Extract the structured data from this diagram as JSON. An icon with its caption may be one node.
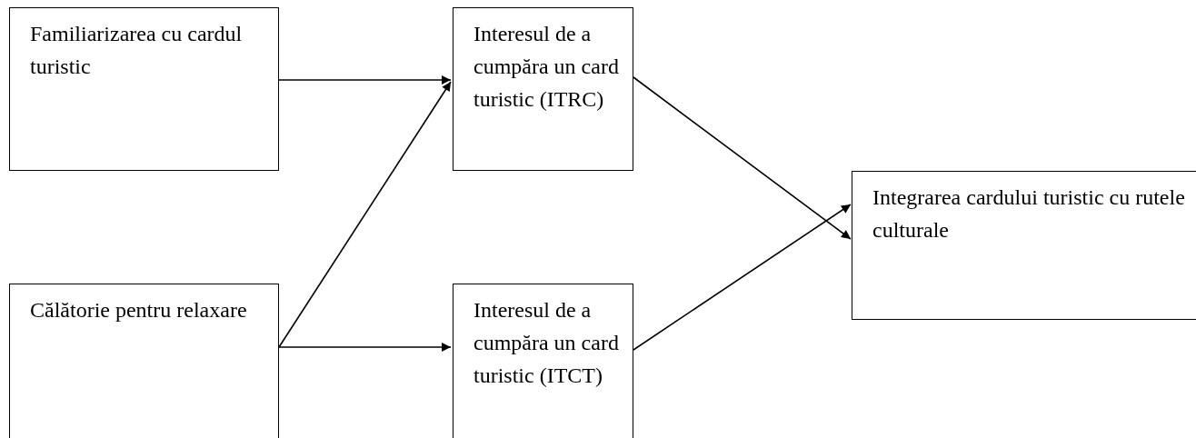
{
  "diagram": {
    "nodes": [
      {
        "text": [
          "Familiarizarea cu cardul turistic"
        ]
      },
      {
        "text": [
          "Călătorie pentru relaxare"
        ]
      },
      {
        "text": [
          "Interesul de a cumpăra un card turistic (ITRC)"
        ]
      },
      {
        "text": [
          "Interesul de a cumpăra un card turistic (ITCT)"
        ]
      },
      {
        "text": [
          "Integrarea cardului turistic cu rutele culturale"
        ]
      }
    ],
    "edges": [
      {
        "from": 0,
        "to": 2,
        "arrow": "to"
      },
      {
        "from": 1,
        "to": 2,
        "arrow": "to"
      },
      {
        "from": 1,
        "to": 3,
        "arrow": "to"
      },
      {
        "from": 2,
        "to": 4,
        "arrow": "to"
      },
      {
        "from": 3,
        "to": 4,
        "arrow": "to"
      }
    ]
  }
}
